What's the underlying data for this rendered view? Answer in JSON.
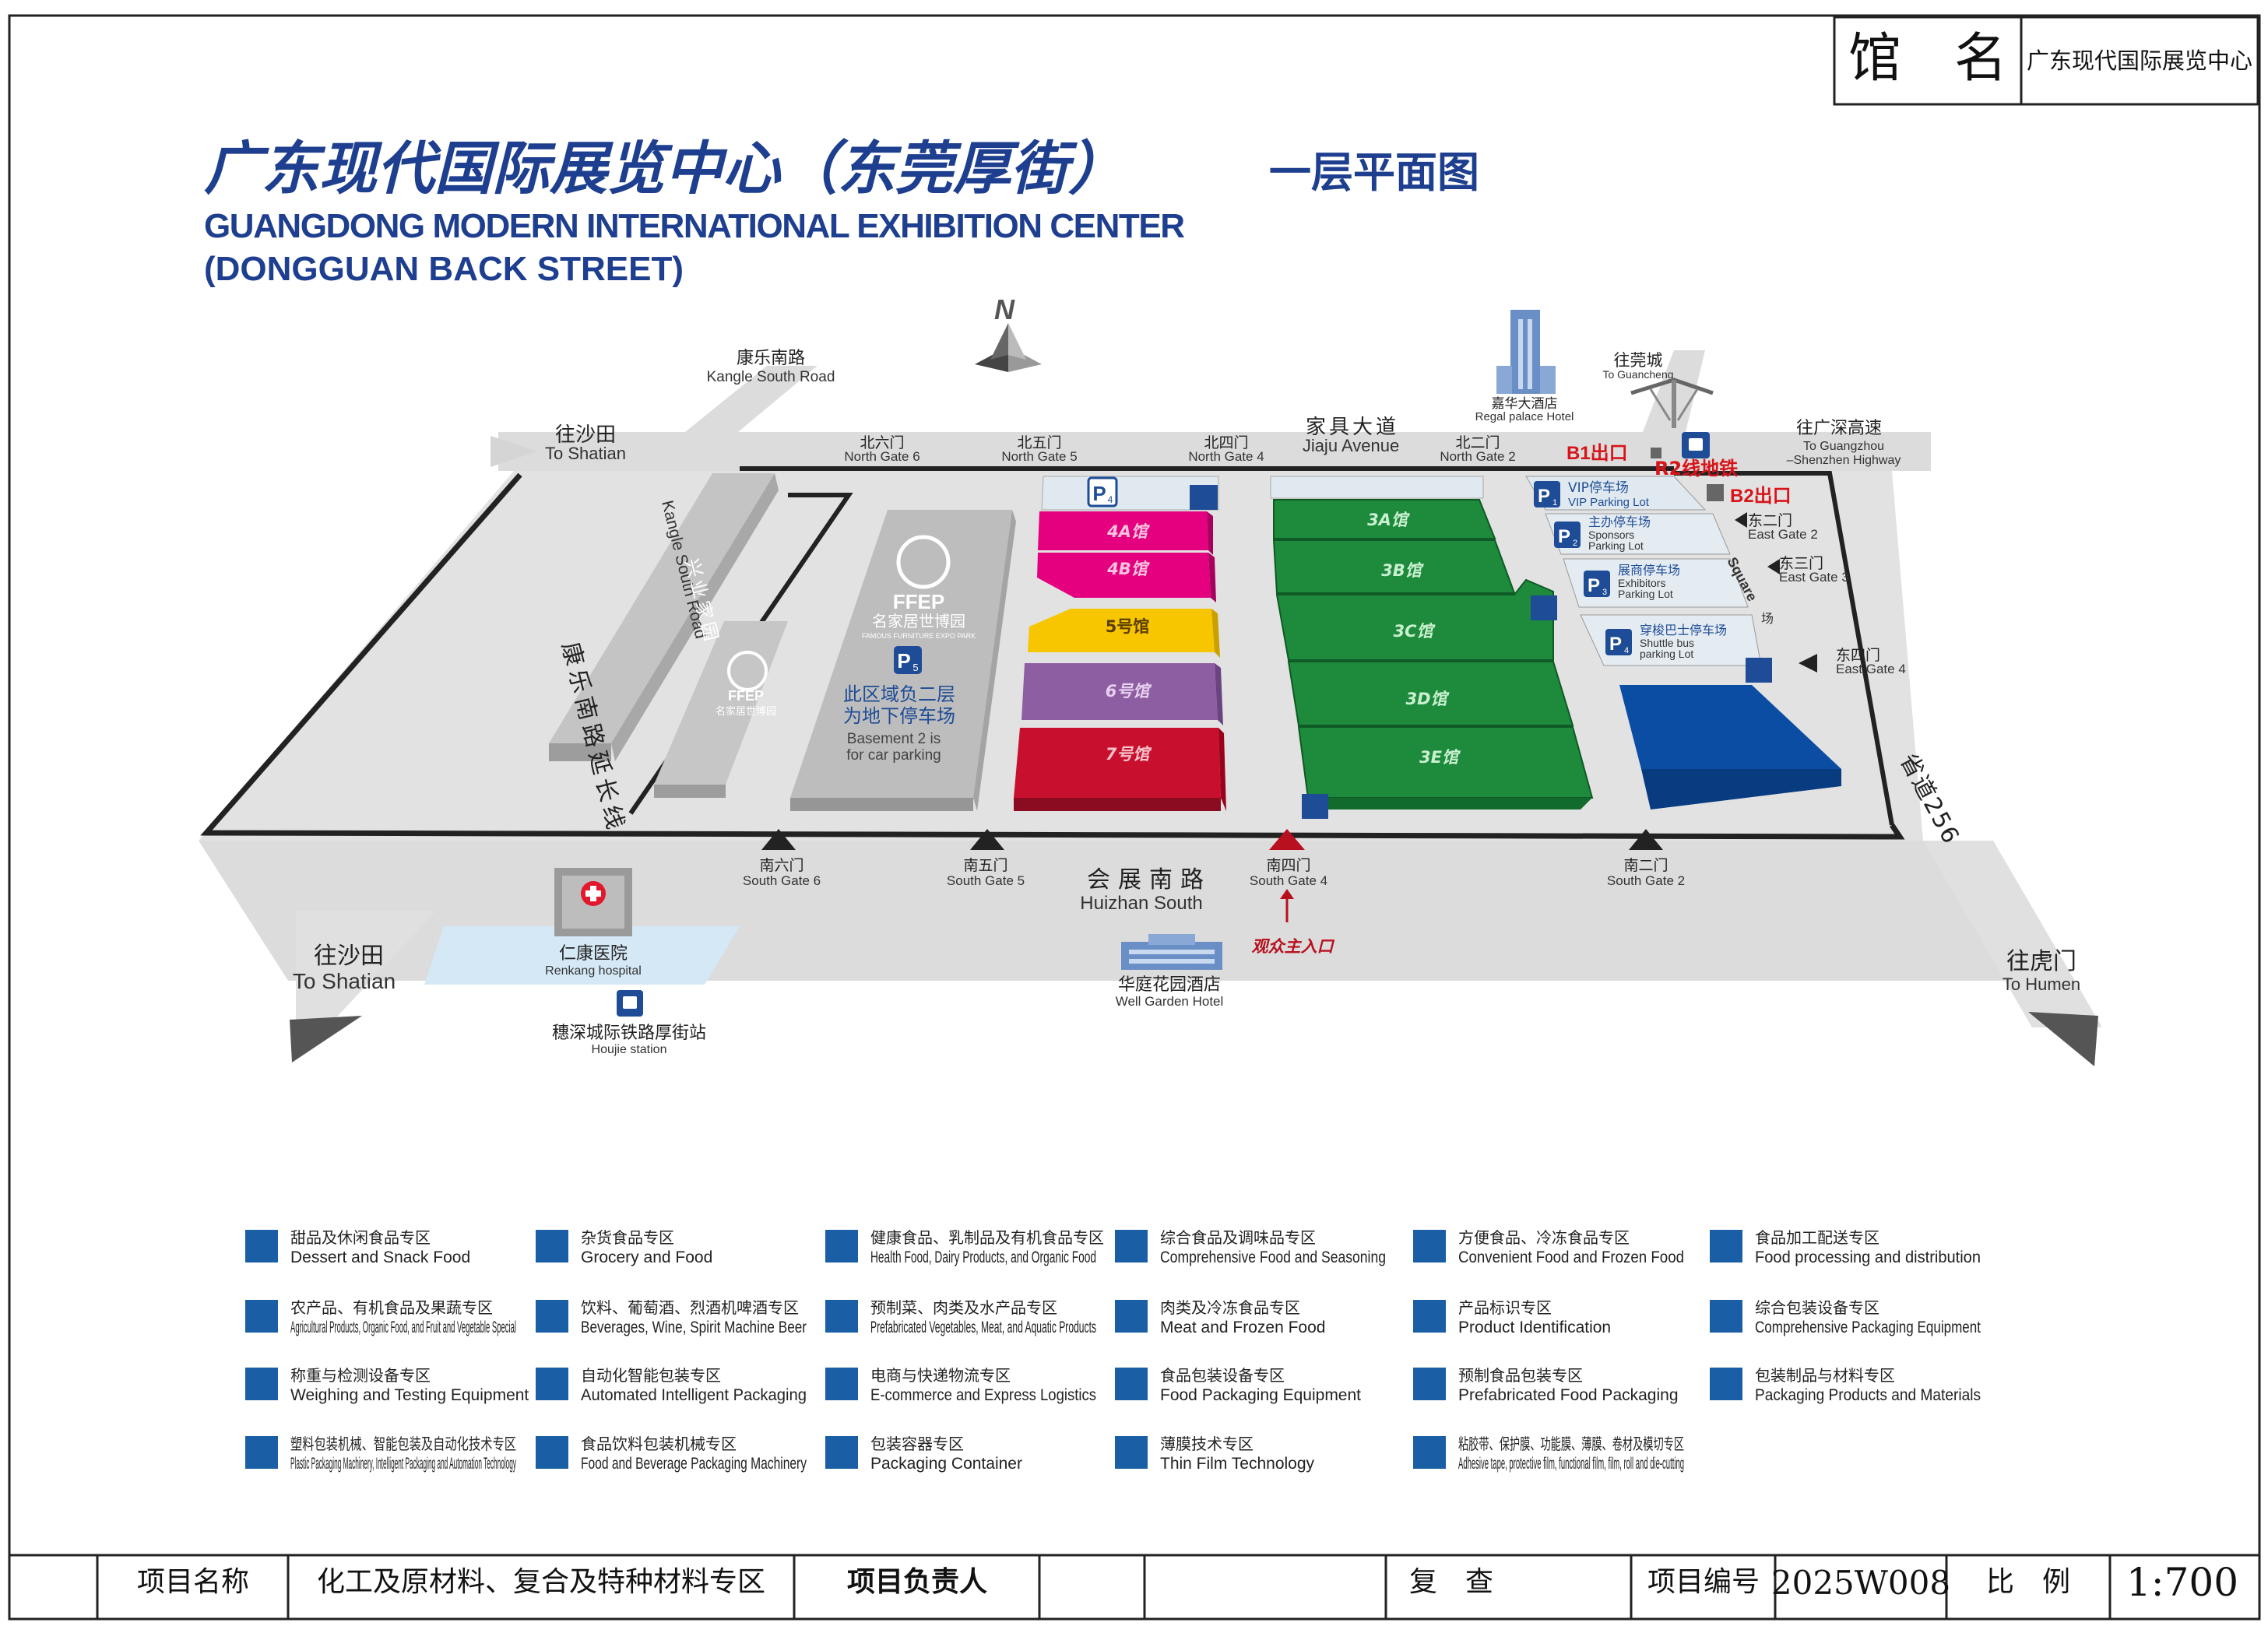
{
  "header_box": {
    "label": "馆　名",
    "value": "广东现代国际展览中心"
  },
  "title": {
    "cn": "广东现代国际展览中心（东莞厚街）",
    "cn_suffix": "一层平面图",
    "en_line1": "GUANGDONG MODERN INTERNATIONAL EXHIBITION CENTER",
    "en_line2": "(DONGGUAN BACK STREET)"
  },
  "compass": {
    "letter": "N"
  },
  "roads": {
    "kangle": {
      "cn": "康乐南路",
      "en": "Kangle South Road"
    },
    "kangle_vertical_en": "Kangle South Road",
    "kangle_ext_cn": "康乐南路延长线",
    "xingye_cn": "兴业家园",
    "shatian_top": {
      "cn": "往沙田",
      "en": "To Shatian"
    },
    "shatian_bottom": {
      "cn": "往沙田",
      "en": "To Shatian"
    },
    "jiaju": {
      "cn": "家具大道",
      "en": "Jiaju Avenue"
    },
    "guancheng": {
      "cn": "往莞城",
      "en": "To Guancheng"
    },
    "guangshen": {
      "cn": "往广深高速",
      "en1": "To Guangzhou",
      "en2": "–Shenzhen Highway"
    },
    "humen": {
      "cn": "往虎门",
      "en": "To Humen"
    },
    "huizhan": {
      "cn": "会展南路",
      "en": "Huizhan  South"
    },
    "g256": "省道256",
    "square_en": "Square",
    "square_cn": "场"
  },
  "gates": {
    "n6": {
      "cn": "北六门",
      "en": "North Gate  6"
    },
    "n5": {
      "cn": "北五门",
      "en": "North Gate 5"
    },
    "n4": {
      "cn": "北四门",
      "en": "North Gate 4"
    },
    "n2": {
      "cn": "北二门",
      "en": "North Gate 2"
    },
    "e2": {
      "cn": "东二门",
      "en": "East Gate 2"
    },
    "e3": {
      "cn": "东三门",
      "en": "East Gate 3"
    },
    "e4": {
      "cn": "东四门",
      "en": "East Gate 4"
    },
    "s6": {
      "cn": "南六门",
      "en": "South Gate 6"
    },
    "s5": {
      "cn": "南五门",
      "en": "South Gate 5"
    },
    "s4": {
      "cn": "南四门",
      "en": "South Gate 4"
    },
    "s2": {
      "cn": "南二门",
      "en": "South Gate 2"
    }
  },
  "metro": {
    "b1": "B1出口",
    "r2": "R2线地铁",
    "b2": "B2出口"
  },
  "landmarks": {
    "regal": {
      "cn": "嘉华大酒店",
      "en": "Regal palace Hotel"
    },
    "renkang": {
      "cn": "仁康医院",
      "en": "Renkang hospital"
    },
    "houjie": {
      "cn": "穗深城际铁路厚街站",
      "en": "Houjie station"
    },
    "wellgarden": {
      "cn": "华庭花园酒店",
      "en": "Well Garden Hotel"
    },
    "main_entrance": "观众主入口"
  },
  "ffep": {
    "logo": "FFEP",
    "subtitle": "名家居世博园",
    "small_en": "FAMOUS FURNITURE EXPO PARK"
  },
  "basement": {
    "cn1": "此区域负二层",
    "cn2": "为地下停车场",
    "en1": "Basement 2 is",
    "en2": "for car parking"
  },
  "halls": [
    "4A馆",
    "4B馆",
    "5号馆",
    "6号馆",
    "7号馆",
    "3A馆",
    "3B馆",
    "3C馆",
    "3D馆",
    "3E馆"
  ],
  "parking": {
    "p1": {
      "cn": "VIP停车场",
      "en": "VIP Parking Lot",
      "num": "1"
    },
    "p2": {
      "cn": "主办停车场",
      "en1": "Sponsors",
      "en2": "Parking Lot",
      "num": "2"
    },
    "p3": {
      "cn": "展商停车场",
      "en1": "Exhibitors",
      "en2": "Parking Lot",
      "num": "3"
    },
    "p4": {
      "cn": "穿梭巴士停车场",
      "en1": "Shuttle bus",
      "en2": "parking Lot",
      "num": "4"
    },
    "p4_top_num": "4",
    "p5_num": "5",
    "letter": "P"
  },
  "legend": [
    {
      "cn": "甜品及休闲食品专区",
      "en": "Dessert and Snack Food"
    },
    {
      "cn": "杂货食品专区",
      "en": "Grocery and Food"
    },
    {
      "cn": "健康食品、乳制品及有机食品专区",
      "en": "Health Food, Dairy Products, and Organic Food"
    },
    {
      "cn": "综合食品及调味品专区",
      "en": "Comprehensive Food and Seasoning"
    },
    {
      "cn": "方便食品、冷冻食品专区",
      "en": "Convenient Food and Frozen Food"
    },
    {
      "cn": "食品加工配送专区",
      "en": "Food processing and distribution"
    },
    {
      "cn": "农产品、有机食品及果蔬专区",
      "en": "Agricultural Products, Organic Food, and Fruit and Vegetable Special"
    },
    {
      "cn": "饮料、葡萄酒、烈酒机啤酒专区",
      "en": "Beverages, Wine, Spirit Machine Beer"
    },
    {
      "cn": "预制菜、肉类及水产品专区",
      "en": "Prefabricated Vegetables, Meat, and Aquatic Products"
    },
    {
      "cn": "肉类及冷冻食品专区",
      "en": "Meat and Frozen Food"
    },
    {
      "cn": "产品标识专区",
      "en": "Product Identification"
    },
    {
      "cn": "综合包装设备专区",
      "en": "Comprehensive Packaging Equipment"
    },
    {
      "cn": "称重与检测设备专区",
      "en": "Weighing and Testing Equipment"
    },
    {
      "cn": "自动化智能包装专区",
      "en": "Automated Intelligent Packaging"
    },
    {
      "cn": "电商与快递物流专区",
      "en": "E-commerce and Express Logistics"
    },
    {
      "cn": "食品包装设备专区",
      "en": "Food Packaging Equipment"
    },
    {
      "cn": "预制食品包装专区",
      "en": "Prefabricated Food Packaging"
    },
    {
      "cn": "包装制品与材料专区",
      "en": "Packaging Products and Materials"
    },
    {
      "cn": "塑料包装机械、智能包装及自动化技术专区",
      "en": "Plastic Packaging Machinery, Intelligent Packaging and Automation Technology"
    },
    {
      "cn": "食品饮料包装机械专区",
      "en": "Food and Beverage Packaging Machinery"
    },
    {
      "cn": "包装容器专区",
      "en": "Packaging Container"
    },
    {
      "cn": "薄膜技术专区",
      "en": "Thin Film Technology"
    },
    {
      "cn": "粘胶带、保护膜、功能膜、薄膜、卷材及模切专区",
      "en": "Adhesive tape, protective film, functional film, film, roll and die-cutting"
    }
  ],
  "footer": {
    "project_name_label": "项目名称",
    "project_name_value": "化工及原材料、复合及特种材料专区",
    "manager_label": "项目负责人",
    "review_label": "复　查",
    "number_label": "项目编号",
    "number_value": "2025W008",
    "scale_label": "比　例",
    "scale_value": "1:700"
  },
  "colors": {
    "title_blue": "#1e3f8f",
    "hall_green": "#1e8a3c",
    "hall_pink": "#e4007f",
    "hall_yellow": "#f7c600",
    "hall_purple": "#8e5ea2",
    "hall_red": "#c8102e",
    "hall_blue": "#0a4da3",
    "legend_blue": "#1a5fa6",
    "road_gray": "#dcdcdc",
    "accent_red": "#d7141a"
  }
}
